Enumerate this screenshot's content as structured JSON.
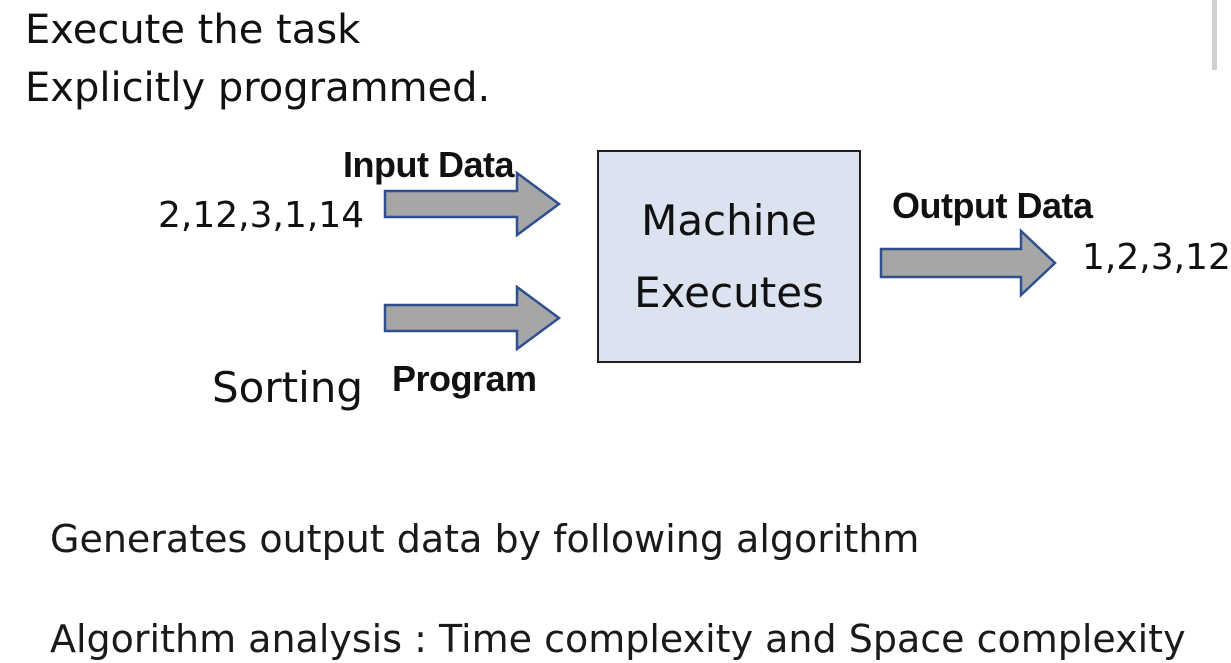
{
  "slide": {
    "heading_line1": "Execute the task",
    "heading_line2": "Explicitly programmed.",
    "bullets": [
      "Generates output data by following algorithm",
      "Algorithm analysis : Time complexity and Space complexity"
    ]
  },
  "diagram": {
    "input_label": "Input Data",
    "input_values": "2,12,3,1,14",
    "program_label": "Program",
    "task_name": "Sorting",
    "machine_line1": "Machine",
    "machine_line2": "Executes",
    "output_label": "Output Data",
    "output_values": "1,2,3,12",
    "colors": {
      "arrow_fill": "#a6a6a6",
      "arrow_stroke": "#2f4f8f",
      "box_fill": "#dbe3f1",
      "box_stroke": "#1f1f1f"
    }
  }
}
